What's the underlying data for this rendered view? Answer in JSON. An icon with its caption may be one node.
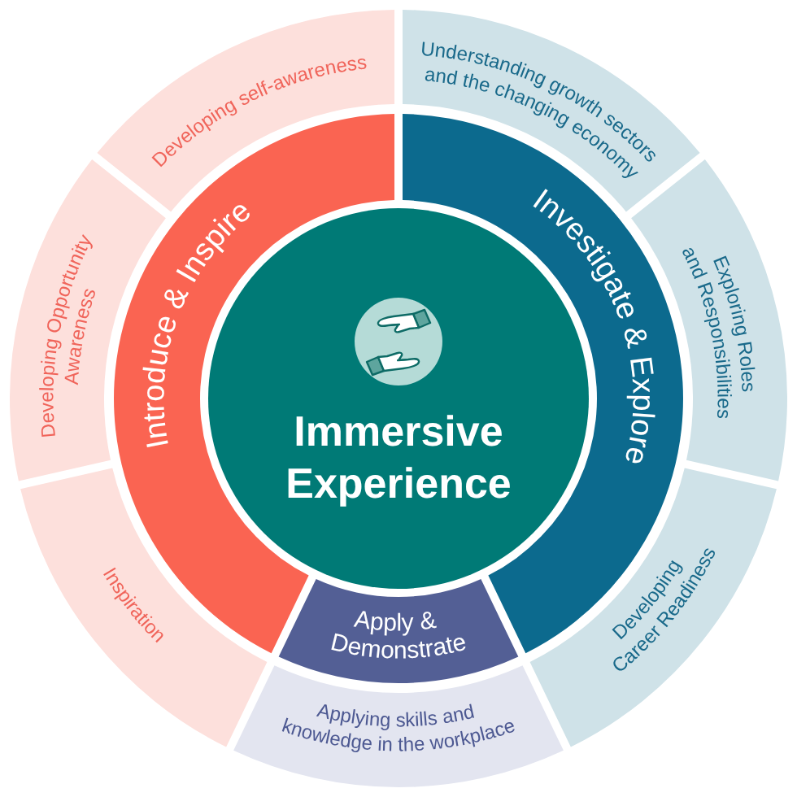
{
  "diagram": {
    "nodes": [
      {
        "text": [
          "Immersive Experience"
        ]
      },
      {
        "text": [
          "Introduce & Inspire"
        ]
      },
      {
        "text": [
          "Investigate & Explore"
        ]
      },
      {
        "text": [
          "Apply & Demonstrate"
        ]
      },
      {
        "text": [
          "Developing self-awareness"
        ]
      },
      {
        "text": [
          "Understanding growth sectors and the changing economy"
        ]
      },
      {
        "text": [
          "Exploring Roles and Responsibilities"
        ]
      },
      {
        "text": [
          "Developing Career Readiness"
        ]
      },
      {
        "text": [
          "Applying skills and knowledge in the workplace"
        ]
      },
      {
        "text": [
          "Inspiration"
        ]
      },
      {
        "text": [
          "Developing Opportunity Awareness"
        ]
      }
    ]
  }
}
